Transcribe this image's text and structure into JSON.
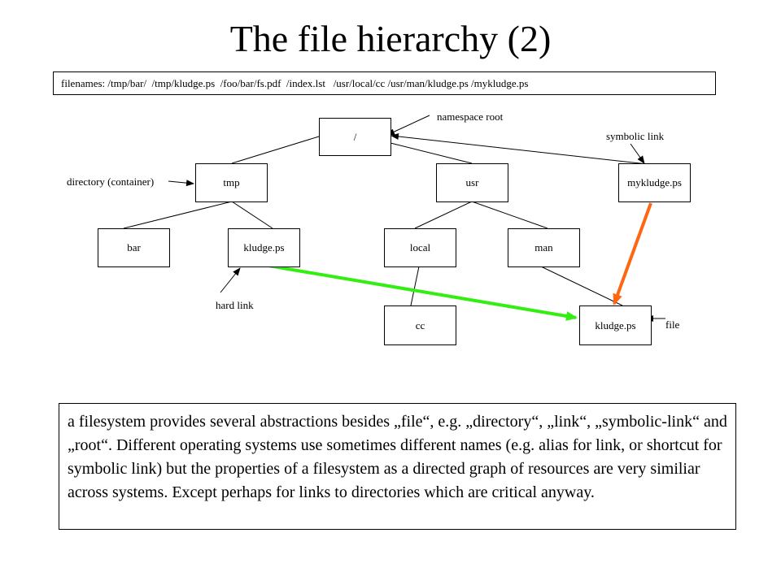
{
  "title": "The file hierarchy (2)",
  "filenames": "filenames: /tmp/bar/  /tmp/kludge.ps  /foo/bar/fs.pdf  /index.lst   /usr/local/cc /usr/man/kludge.ps /mykludge.ps",
  "nodes": {
    "root": "/",
    "tmp": "tmp",
    "usr": "usr",
    "mykludge": "mykludge.ps",
    "bar": "bar",
    "kludge_tmp": "kludge.ps",
    "local": "local",
    "man": "man",
    "cc": "cc",
    "kludge_man": "kludge.ps"
  },
  "annotations": {
    "namespace_root": "namespace root",
    "symbolic_link": "symbolic link",
    "directory": "directory (container)",
    "hard_link": "hard link",
    "file": "file"
  },
  "colors": {
    "hard_link_arrow": "#33ee11",
    "symbolic_link_arrow": "#ff6611"
  },
  "description": "a filesystem provides several abstractions besides „file“, e.g. „directory“, „link“, „symbolic-link“ and „root“. Different operating systems use sometimes different names (e.g. alias for link, or shortcut for symbolic link) but the properties of a filesystem as a directed graph of resources are very similiar across systems. Except perhaps for links to directories which are critical anyway."
}
